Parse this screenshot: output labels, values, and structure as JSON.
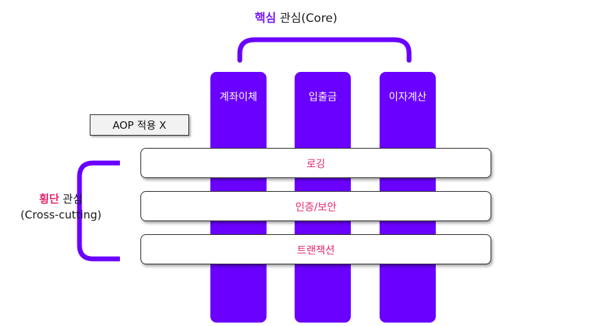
{
  "core": {
    "title_highlight": "핵심",
    "title_rest": " 관심(Core)"
  },
  "pillars": [
    {
      "label": "계좌이체"
    },
    {
      "label": "입출금"
    },
    {
      "label": "이자계산"
    }
  ],
  "aop_label": "AOP 적용 X",
  "bars": [
    {
      "label": "로깅"
    },
    {
      "label": "인증/보안"
    },
    {
      "label": "트랜잭션"
    }
  ],
  "cross": {
    "title_highlight": "횡단",
    "title_rest": " 관심",
    "subtitle": "(Cross-cutting)"
  },
  "colors": {
    "accent_purple": "#6a00ff",
    "accent_pink": "#e8246f"
  }
}
